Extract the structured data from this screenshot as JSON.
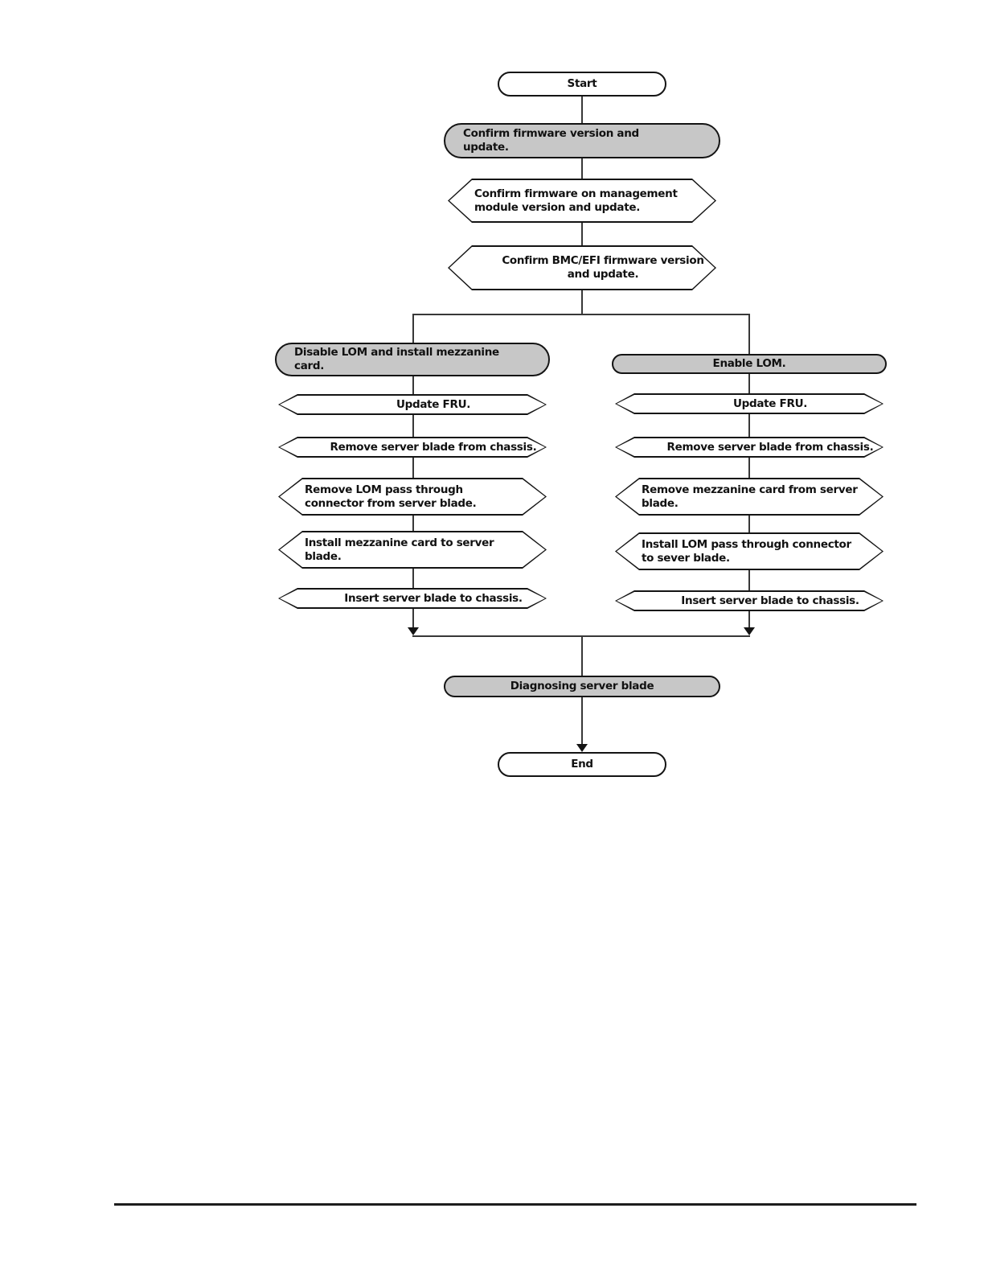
{
  "flowchart": {
    "start": {
      "label": "Start"
    },
    "confirm_firmware": {
      "label": "Confirm firmware version and\nupdate."
    },
    "confirm_mgmt_module": {
      "label": "Confirm firmware on management\nmodule version and update."
    },
    "confirm_bmc_efi": {
      "label": "Confirm BMC/EFI firmware version\nand update."
    },
    "left_branch": {
      "header": {
        "label": "Disable LOM and install mezzanine\ncard."
      },
      "steps": [
        {
          "label": "Update FRU."
        },
        {
          "label": "Remove server blade from chassis."
        },
        {
          "label": "Remove LOM pass through\nconnector from server blade."
        },
        {
          "label": "Install mezzanine card to server\nblade."
        },
        {
          "label": "Insert server blade to chassis."
        }
      ]
    },
    "right_branch": {
      "header": {
        "label": "Enable LOM."
      },
      "steps": [
        {
          "label": "Update FRU."
        },
        {
          "label": "Remove server blade from chassis."
        },
        {
          "label": "Remove mezzanine card from server\nblade."
        },
        {
          "label": "Install LOM pass through connector\nto sever blade."
        },
        {
          "label": "Insert server blade to chassis."
        }
      ]
    },
    "diagnosing": {
      "label": "Diagnosing server blade"
    },
    "end": {
      "label": "End"
    }
  },
  "colors": {
    "terminal_fill": "#ffffff",
    "phase_fill": "#c7c7c7",
    "process_fill": "#ffffff",
    "border": "#141414",
    "connector": "#383838"
  }
}
